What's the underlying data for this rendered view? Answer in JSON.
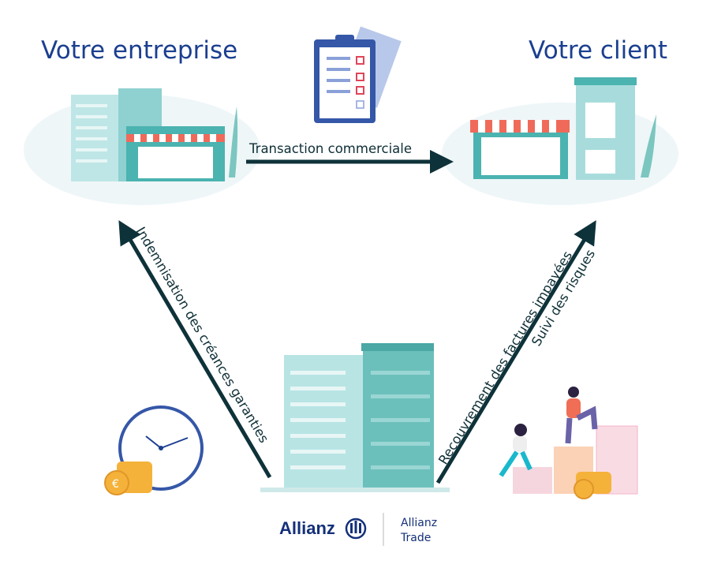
{
  "titles": {
    "company": "Votre entreprise",
    "client": "Votre client"
  },
  "flows": {
    "transaction": "Transaction commerciale",
    "indemnification": "Indemnisation des créances garanties",
    "recovery": "Recouvrement des factures impayées",
    "monitoring": "Suivi des risques"
  },
  "logo": {
    "brand": "Allianz",
    "sub_line1": "Allianz",
    "sub_line2": "Trade"
  },
  "colors": {
    "title": "#1b3f8f",
    "arrow": "#0e3239",
    "building": "#a8dcdc",
    "awning": "#f06a5a"
  }
}
